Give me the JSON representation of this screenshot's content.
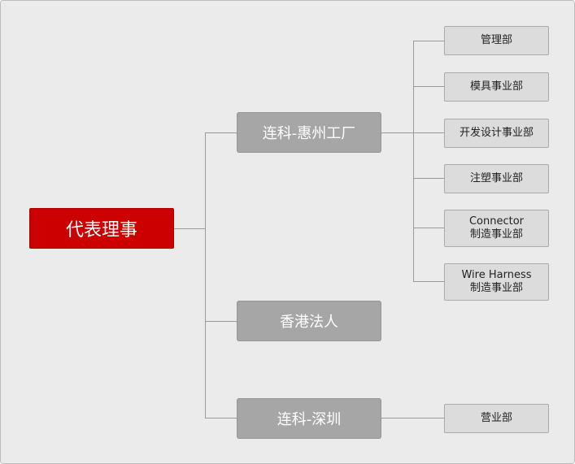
{
  "root": {
    "label": "代表理事"
  },
  "branches": [
    {
      "label": "连科-惠州工厂"
    },
    {
      "label": "香港法人"
    },
    {
      "label": "连科-深圳"
    }
  ],
  "departments": [
    {
      "line1": "管理部"
    },
    {
      "line1": "模具事业部"
    },
    {
      "line1": "开发设计事业部"
    },
    {
      "line1": "注塑事业部"
    },
    {
      "line1": "Connector",
      "line2": "制造事业部"
    },
    {
      "line1": "Wire Harness",
      "line2": "制造事业部"
    },
    {
      "line1": "营业部"
    }
  ],
  "colors": {
    "root": "#cc0000",
    "branch": "#a6a6a6",
    "department": "#dcdcdc",
    "background": "#ebebeb"
  }
}
